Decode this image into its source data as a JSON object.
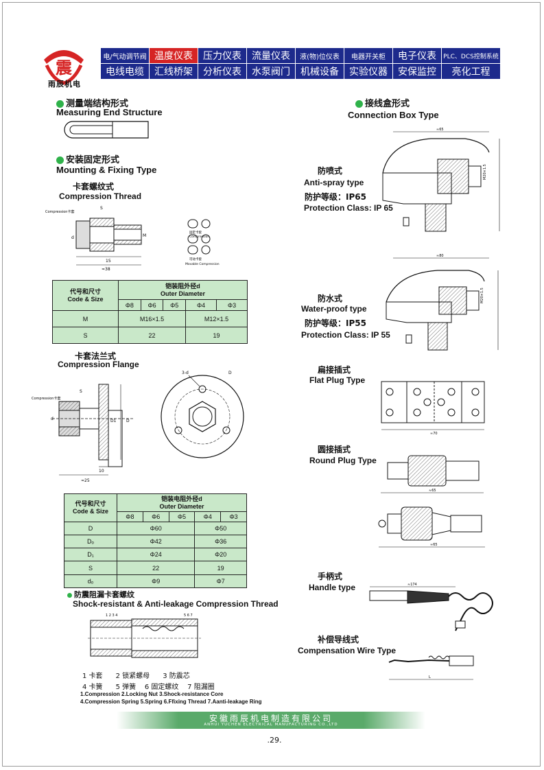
{
  "brand": {
    "name": "雨辰机电",
    "logo_glyph": "震"
  },
  "nav": [
    {
      "label": "电/气动调节阀",
      "cls": "small"
    },
    {
      "label": "温度仪表",
      "cls": "hl"
    },
    {
      "label": "压力仪表",
      "cls": ""
    },
    {
      "label": "流量仪表",
      "cls": ""
    },
    {
      "label": "液(物)位仪表",
      "cls": "small"
    },
    {
      "label": "电器开关柜",
      "cls": "small"
    },
    {
      "label": "电子仪表",
      "cls": ""
    },
    {
      "label": "PLC、DCS控制系统",
      "cls": "xs"
    },
    {
      "label": "电线电缆",
      "cls": ""
    },
    {
      "label": "汇线桥架",
      "cls": ""
    },
    {
      "label": "分析仪表",
      "cls": ""
    },
    {
      "label": "水泵阀门",
      "cls": ""
    },
    {
      "label": "机械设备",
      "cls": ""
    },
    {
      "label": "实验仪器",
      "cls": ""
    },
    {
      "label": "安保监控",
      "cls": ""
    },
    {
      "label": "亮化工程",
      "cls": ""
    }
  ],
  "left": {
    "measuring": {
      "cn": "测量端结构形式",
      "en": "Measuring End Structure"
    },
    "mounting": {
      "cn": "安装固定形式",
      "en": "Mounting & Fixing Type"
    },
    "thread": {
      "cn": "卡套螺纹式",
      "en": "Compression Thread",
      "lbl_compression": "Compression卡套",
      "lbl_s": "S",
      "lbl_d": "d",
      "lbl_m": "M",
      "lbl_15": "15",
      "lbl_38": "≈38",
      "fixed_cn": "固定卡套",
      "fixed_en": "Compression",
      "movable_cn": "可动卡套",
      "movable_en": "Movable Compression"
    },
    "table1": {
      "h_cn": "代号和尺寸",
      "h_en": "Code & Size",
      "d_cn": "铠装阻外径d",
      "d_en": "Outer Diameter",
      "cols": [
        "Φ8",
        "Φ6",
        "Φ5",
        "Φ4",
        "Φ3"
      ],
      "m_label": "M",
      "m1": "M16×1.5",
      "m2": "M12×1.5",
      "s_label": "S",
      "s1": "22",
      "s2": "19"
    },
    "flange": {
      "cn": "卡套法兰式",
      "en": "Compression Flange",
      "lbl_compression": "Compression卡套",
      "lbl_s": "S",
      "lbl_d": "d",
      "lbl_d1": "D1",
      "lbl_D": "D",
      "lbl_10": "10",
      "lbl_25": "≈25",
      "lbl_3d": "3-d",
      "lbl_d2": "D"
    },
    "table2": {
      "h_cn": "代号和尺寸",
      "h_en": "Code & Size",
      "d_cn": "铠装电阻外径d",
      "d_en": "Outer Diameter",
      "cols": [
        "Φ8",
        "Φ6",
        "Φ5",
        "Φ4",
        "Φ3"
      ],
      "rows": [
        {
          "label": "D",
          "a": "Φ60",
          "b": "Φ50"
        },
        {
          "label": "Dₒ",
          "a": "Φ42",
          "b": "Φ36"
        },
        {
          "label": "D₁",
          "a": "Φ24",
          "b": "Φ20"
        },
        {
          "label": "S",
          "a": "22",
          "b": "19"
        },
        {
          "label": "dₒ",
          "a": "Φ9",
          "b": "Φ7"
        }
      ]
    },
    "shock": {
      "cn": "防震阻漏卡套螺纹",
      "en": "Shock-resistant & Anti-leakage Compression Thread",
      "legend_cn": [
        [
          "1 卡套",
          "2 锁紧螺母",
          "3 防震芯"
        ],
        [
          "4 卡簧",
          "5 弹簧",
          "6 固定螺纹",
          "7 阻漏圈"
        ]
      ],
      "legend_en_1": "1.Compression     2.Locking Nut     3.Shock-resistance Core",
      "legend_en_2": "4.Compression Spring   5.Spring     6.Ffixing Thread   7.Aanti-leakage Ring"
    }
  },
  "right": {
    "box": {
      "cn": "接线盒形式",
      "en": "Connection Box Type"
    },
    "antispray": {
      "cn": "防喷式",
      "en": "Anti-spray type",
      "class_cn": "防护等级：IP65",
      "class_en": "Protection Class: IP 65",
      "dim": "≈65",
      "thread": "M20×1.5"
    },
    "waterproof": {
      "cn": "防水式",
      "en": "Water-proof type",
      "class_cn": "防护等级：IP55",
      "class_en": "Protection Class: IP 55",
      "dim": "≈80",
      "thread": "M20×1.5"
    },
    "flat": {
      "cn": "扁接插式",
      "en": "Flat Plug Type",
      "dim": "≈70"
    },
    "round": {
      "cn": "圆接插式",
      "en": "Round Plug Type",
      "dim1": "≈65",
      "dim2": "≈65"
    },
    "handle": {
      "cn": "手柄式",
      "en": "Handle type",
      "dim": "≈174"
    },
    "comp": {
      "cn": "补偿导线式",
      "en": "Compensation Wire Type",
      "dim": "L"
    }
  },
  "footer": {
    "company_cn": "安徽雨辰机电制造有限公司",
    "company_en": "ANHUI YUCHEN ELECTRICAL MANUFACTURING CO.,LTD",
    "page": ".29."
  },
  "colors": {
    "nav_blue": "#1d2a8c",
    "nav_red": "#d62424",
    "table_green": "#c9e8c9",
    "bullet_green": "#2fb24a"
  }
}
